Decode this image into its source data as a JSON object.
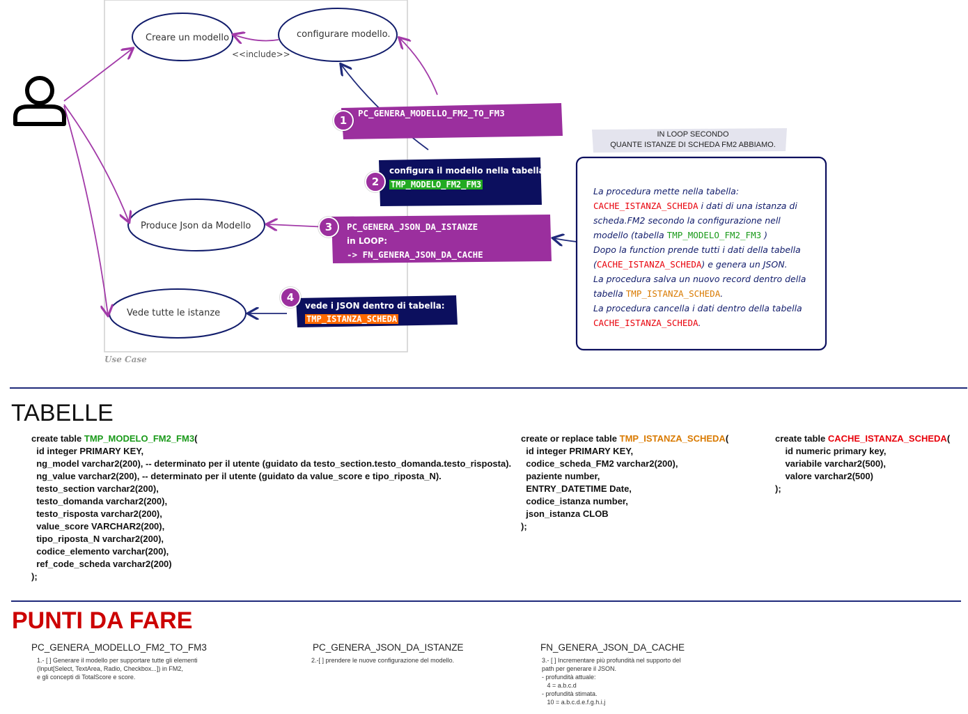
{
  "diagram": {
    "use_cases": {
      "create": "Creare un modello",
      "configure": "configurare modello.",
      "produce": "Produce Json da Modello",
      "view": "Vede tutte le istanze"
    },
    "include_label": "<<include>>",
    "boundary_caption": "Use Case",
    "steps": [
      {
        "number": "1",
        "line1": "PC_GENERA_MODELLO_FM2_TO_FM3"
      },
      {
        "number": "2",
        "line1": "configura il modello nella tabella:",
        "highlight": "TMP_MODELO_FM2_FM3"
      },
      {
        "number": "3",
        "line1": "PC_GENERA_JSON_DA_ISTANZE",
        "line2": "in LOOP:",
        "line3": "-> FN_GENERA_JSON_DA_CACHE"
      },
      {
        "number": "4",
        "line1": "vede i JSON dentro di tabella:",
        "highlight": "TMP_ISTANZA_SCHEDA"
      }
    ],
    "loop_note": {
      "line1": "IN LOOP SECONDO",
      "line2": "QUANTE ISTANZE DI SCHEDA FM2 ABBIAMO."
    },
    "note": {
      "p1": "La procedura mette nella tabella:",
      "t1": "CACHE_ISTANZA_SCHEDA",
      "p2": " i dati di una istanza di scheda.FM2 secondo la configurazione nell modello (tabella ",
      "t2": "TMP_MODELO_FM2_FM3",
      "p3": " )",
      "p4": "Dopo la function prende tutti i dati della tabella (",
      "t3": "CACHE_ISTANZA_SCHEDA",
      "p5": ") e genera un JSON.",
      "p6": "La procedura salva un nuovo record dentro della tabella ",
      "t4": "TMP_ISTANZA_SCHEDA",
      "p7": ".",
      "p8": "La procedura cancella i dati dentro della tabella ",
      "t5": "CACHE_ISTANZA_SCHEDA",
      "p9": "."
    },
    "colors": {
      "purple": "#9b2f9e",
      "navy": "#0c0f5e",
      "arrow": "#a23aa8",
      "line": "#1f2a7a"
    }
  },
  "tables_section": {
    "title": "TABELLE",
    "t1": {
      "prefix": "create table ",
      "name": "TMP_MODELO_FM2_FM3",
      "open": "(",
      "lines": [
        "  id integer PRIMARY KEY,",
        "  ng_model varchar2(200), -- determinato per il utente (guidato da testo_section.testo_domanda.testo_risposta).",
        "  ng_value varchar2(200), -- determinato per il utente (guidato da value_score e tipo_riposta_N).",
        "  testo_section varchar2(200),",
        "  testo_domanda varchar2(200),",
        "  testo_risposta varchar2(200),",
        "  value_score VARCHAR2(200),",
        "  tipo_riposta_N varchar2(200),",
        "  codice_elemento varchar(200),",
        "  ref_code_scheda varchar2(200)",
        ");"
      ]
    },
    "t2": {
      "prefix": "create or replace table ",
      "name": "TMP_ISTANZA_SCHEDA",
      "open": "(",
      "lines": [
        "  id integer PRIMARY KEY,",
        "  codice_scheda_FM2 varchar2(200),",
        "  paziente number,",
        "  ENTRY_DATETIME Date,",
        "  codice_istanza number,",
        "  json_istanza CLOB",
        ");"
      ]
    },
    "t3": {
      "prefix": "create table ",
      "name": "CACHE_ISTANZA_SCHEDA",
      "open": "(",
      "lines": [
        "    id numeric primary key,",
        "    variabile varchar2(500),",
        "    valore varchar2(500)",
        ");"
      ]
    }
  },
  "todo_section": {
    "title": "PUNTI DA FARE",
    "items": [
      {
        "head": "PC_GENERA_MODELLO_FM2_TO_FM3",
        "body": "1.- [ ] Generare il modello per supportare tutte gli elementi\n(Input[Select, TextArea, Radio, Checkbox...]) in FM2,\ne gli concepti di TotalScore e score."
      },
      {
        "head": "PC_GENERA_JSON_DA_ISTANZE",
        "body": "2.-[ ] prendere le nuove configurazione del modello."
      },
      {
        "head": "FN_GENERA_JSON_DA_CACHE",
        "body": "3.- [ ] Incrementare più profundità nel supporto del\npath per generare il JSON.\n- profundità attuale:\n   4 = a.b.c.d\n- profundità stimata.\n   10 = a.b.c.d.e.f.g.h.i.j"
      }
    ]
  }
}
